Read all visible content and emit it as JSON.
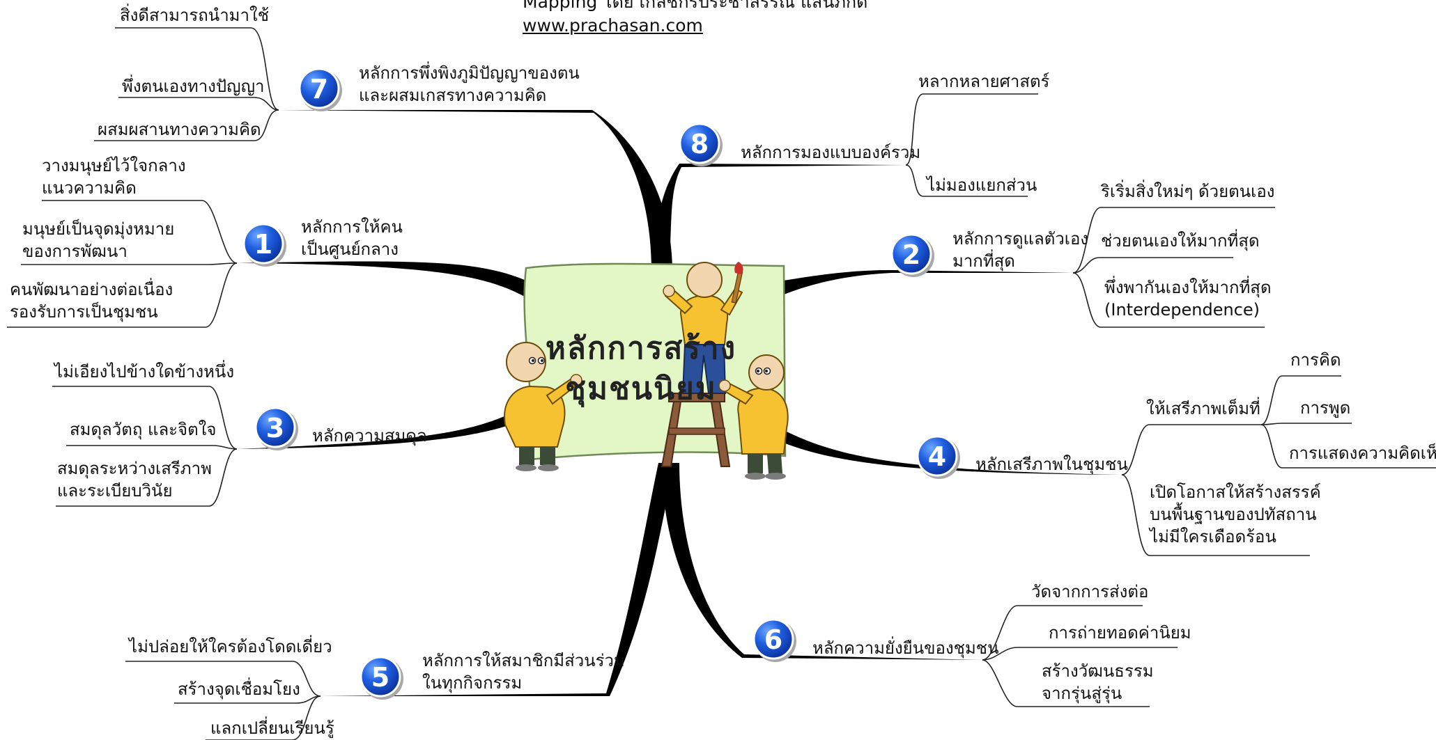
{
  "credit": {
    "line1": "Mapping โดย เกลชกรประชาสรรณ แสนภกด",
    "link": "www.prachasan.com"
  },
  "center": {
    "title_line1": "หลักการสร้าง",
    "title_line2": "ชุมชนนิยม",
    "colors": {
      "board": "#e3f7c6",
      "board_border": "#6f8a55",
      "kid_shirt": "#f7c231",
      "branch": "#000000",
      "badge": "#1a55d6"
    }
  },
  "branches": [
    {
      "num": "1",
      "title": [
        "หลักการให้คน",
        "เป็นศูนย์กลาง"
      ],
      "leaves": [
        [
          "วางมนุษย์ไว้ใจกลาง",
          "แนวความคิด"
        ],
        [
          "มนุษย์เป็นจุดมุ่งหมาย",
          "ของการพัฒนา"
        ],
        [
          "คนพัฒนาอย่างต่อเนื่อง",
          "รองรับการเป็นชุมชน"
        ]
      ]
    },
    {
      "num": "2",
      "title": [
        "หลักการดูแลตัวเอง",
        "มากที่สุด"
      ],
      "leaves": [
        [
          "ริเริ่มสิ่งใหม่ๆ ด้วยตนเอง"
        ],
        [
          "ช่วยตนเองให้มากที่สุด"
        ],
        [
          "พึ่งพากันเองให้มากที่สุด",
          "(Interdependence)"
        ]
      ]
    },
    {
      "num": "3",
      "title": [
        "หลักความสมดุล"
      ],
      "leaves": [
        [
          "ไม่เอียงไปข้างใดข้างหนึ่ง"
        ],
        [
          "สมดุลวัตถุ และจิตใจ"
        ],
        [
          "สมดุลระหว่างเสรีภาพ",
          "และระเบียบวินัย"
        ]
      ]
    },
    {
      "num": "4",
      "title": [
        "หลักเสรีภาพในชุมชน"
      ],
      "sub": {
        "title": "ให้เสรีภาพเต็มที่",
        "leaves": [
          "การคิด",
          "การพูด",
          "การแสดงความคิดเห็น"
        ]
      },
      "leaves": [
        [
          "เปิดโอกาสให้สร้างสรรค์",
          "บนพื้นฐานของปทัสถาน",
          "ไม่มีใครเดือดร้อน"
        ]
      ]
    },
    {
      "num": "5",
      "title": [
        "หลักการให้สมาชิกมีส่วนร่วม",
        "ในทุกกิจกรรม"
      ],
      "leaves": [
        [
          "ไม่ปล่อยให้ใครต้องโดดเดี่ยว"
        ],
        [
          "สร้างจุดเชื่อมโยง"
        ],
        [
          "แลกเปลี่ยนเรียนรู้"
        ]
      ]
    },
    {
      "num": "6",
      "title": [
        "หลักความยั่งยืนของชุมชน"
      ],
      "leaves": [
        [
          "วัดจากการส่งต่อ"
        ],
        [
          "การถ่ายทอดค่านิยม"
        ],
        [
          "สร้างวัฒนธรรม",
          "จากรุ่นสู่รุ่น"
        ]
      ]
    },
    {
      "num": "7",
      "title": [
        "หลักการพึ่งพิงภูมิปัญญาของตน",
        "และผสมเกสรทางความคิด"
      ],
      "leaves": [
        [
          "สิ่งดีสามารถนำมาใช้"
        ],
        [
          "พึ่งตนเองทางปัญญา"
        ],
        [
          "ผสมผสานทางความคิด"
        ]
      ]
    },
    {
      "num": "8",
      "title": [
        "หลักการมองแบบองค์รวม"
      ],
      "leaves": [
        [
          "หลากหลายศาสตร์"
        ],
        [
          "ไม่มองแยกส่วน"
        ]
      ]
    }
  ]
}
